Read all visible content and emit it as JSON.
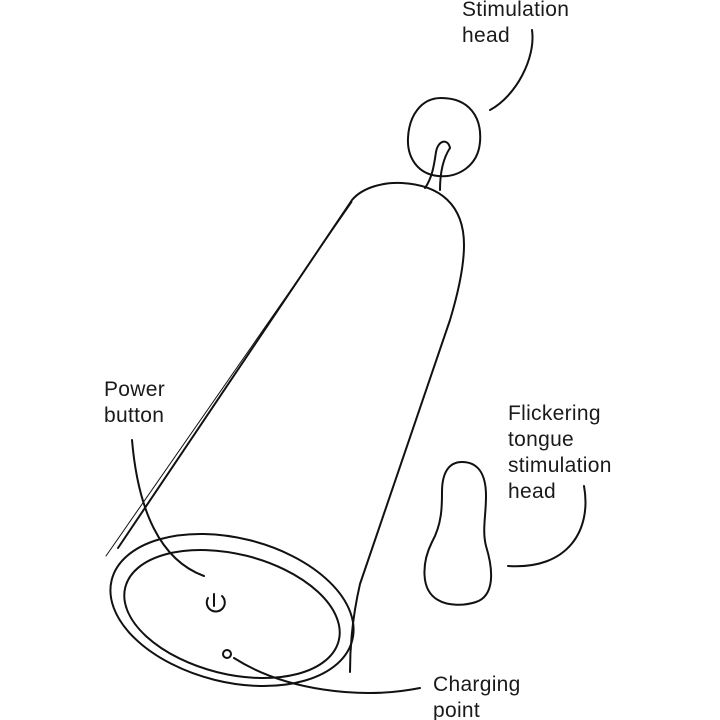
{
  "labels": {
    "stimulation_head": [
      "Stimulation",
      "head"
    ],
    "power_button": [
      "Power",
      "button"
    ],
    "flickering_tongue": [
      "Flickering",
      "tongue",
      "stimulation",
      "head"
    ],
    "charging_point": [
      "Charging",
      "point"
    ]
  },
  "colors": {
    "line": "#111111",
    "text": "#1a1a1a",
    "background": "#ffffff"
  }
}
